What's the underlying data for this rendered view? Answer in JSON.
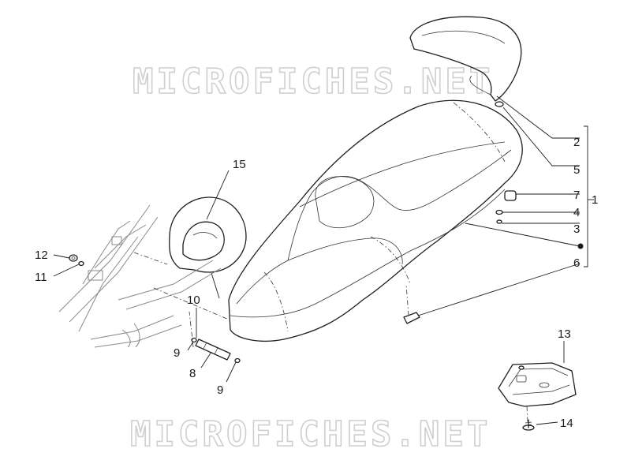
{
  "watermark": "MICROFICHES.NET",
  "callouts": {
    "c1": "1",
    "c2": "2",
    "c3": "3",
    "c4": "4",
    "c5": "5",
    "c6": "6",
    "c7": "7",
    "c8": "8",
    "c9a": "9",
    "c9b": "9",
    "c10": "10",
    "c11": "11",
    "c12": "12",
    "c13": "13",
    "c14": "14",
    "c15": "15"
  }
}
